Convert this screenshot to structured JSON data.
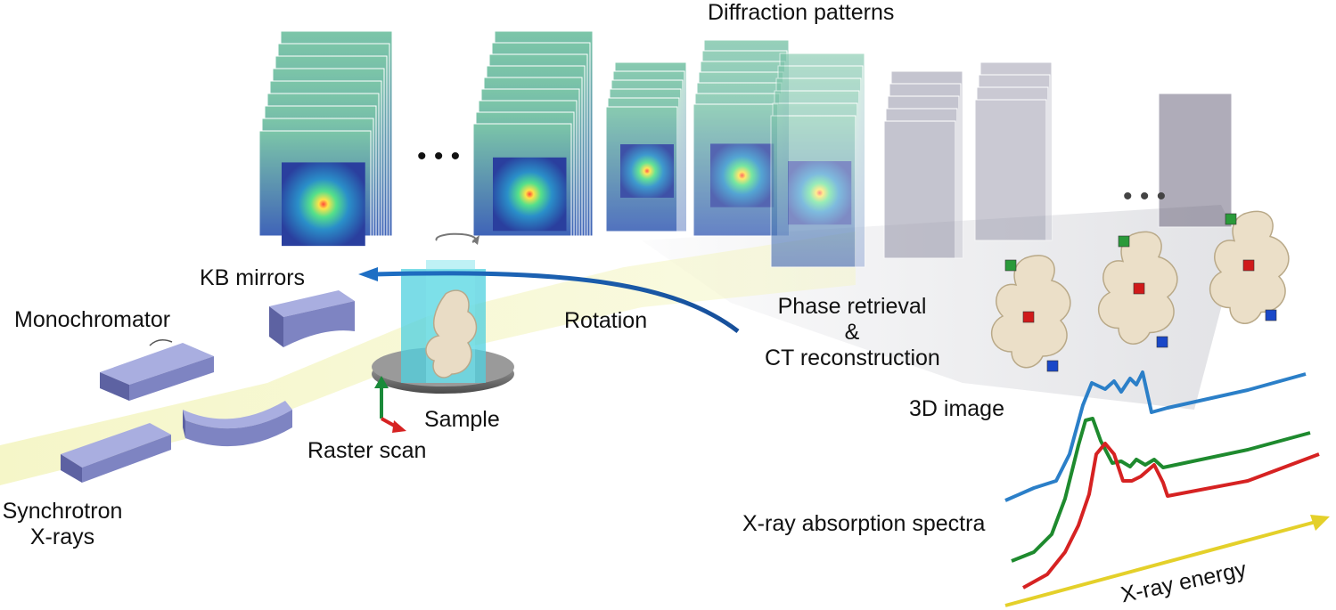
{
  "labels": {
    "diffraction_patterns": "Diffraction patterns",
    "kb_mirrors": "KB mirrors",
    "monochromator": "Monochromator",
    "rotation": "Rotation",
    "phase_retrieval_line1": "Phase retrieval",
    "phase_retrieval_line2": "&",
    "phase_retrieval_line3": "CT reconstruction",
    "image_3d": "3D image",
    "sample": "Sample",
    "raster_scan": "Raster scan",
    "synchrotron_line1": "Synchrotron",
    "synchrotron_line2": "X-rays",
    "xas": "X-ray absorption spectra",
    "xray_energy": "X-ray energy"
  },
  "ellipsis": "• • •",
  "colors": {
    "detector_blue": "#2a3f9e",
    "optics": "#7e84c2",
    "beam": "#f2f3b0",
    "sample_cyan": "#4fd0df",
    "spectrum_blue": "#2b7fc8",
    "spectrum_green": "#1e8a2e",
    "spectrum_red": "#d62222",
    "energy_arrow": "#e4d02a",
    "cube_green": "#2a9a3a",
    "cube_red": "#d01a1a",
    "cube_blue": "#1a48c8"
  },
  "icons": [
    "rotation-arrow-icon",
    "axis-arrows-icon",
    "energy-arrow-icon"
  ]
}
